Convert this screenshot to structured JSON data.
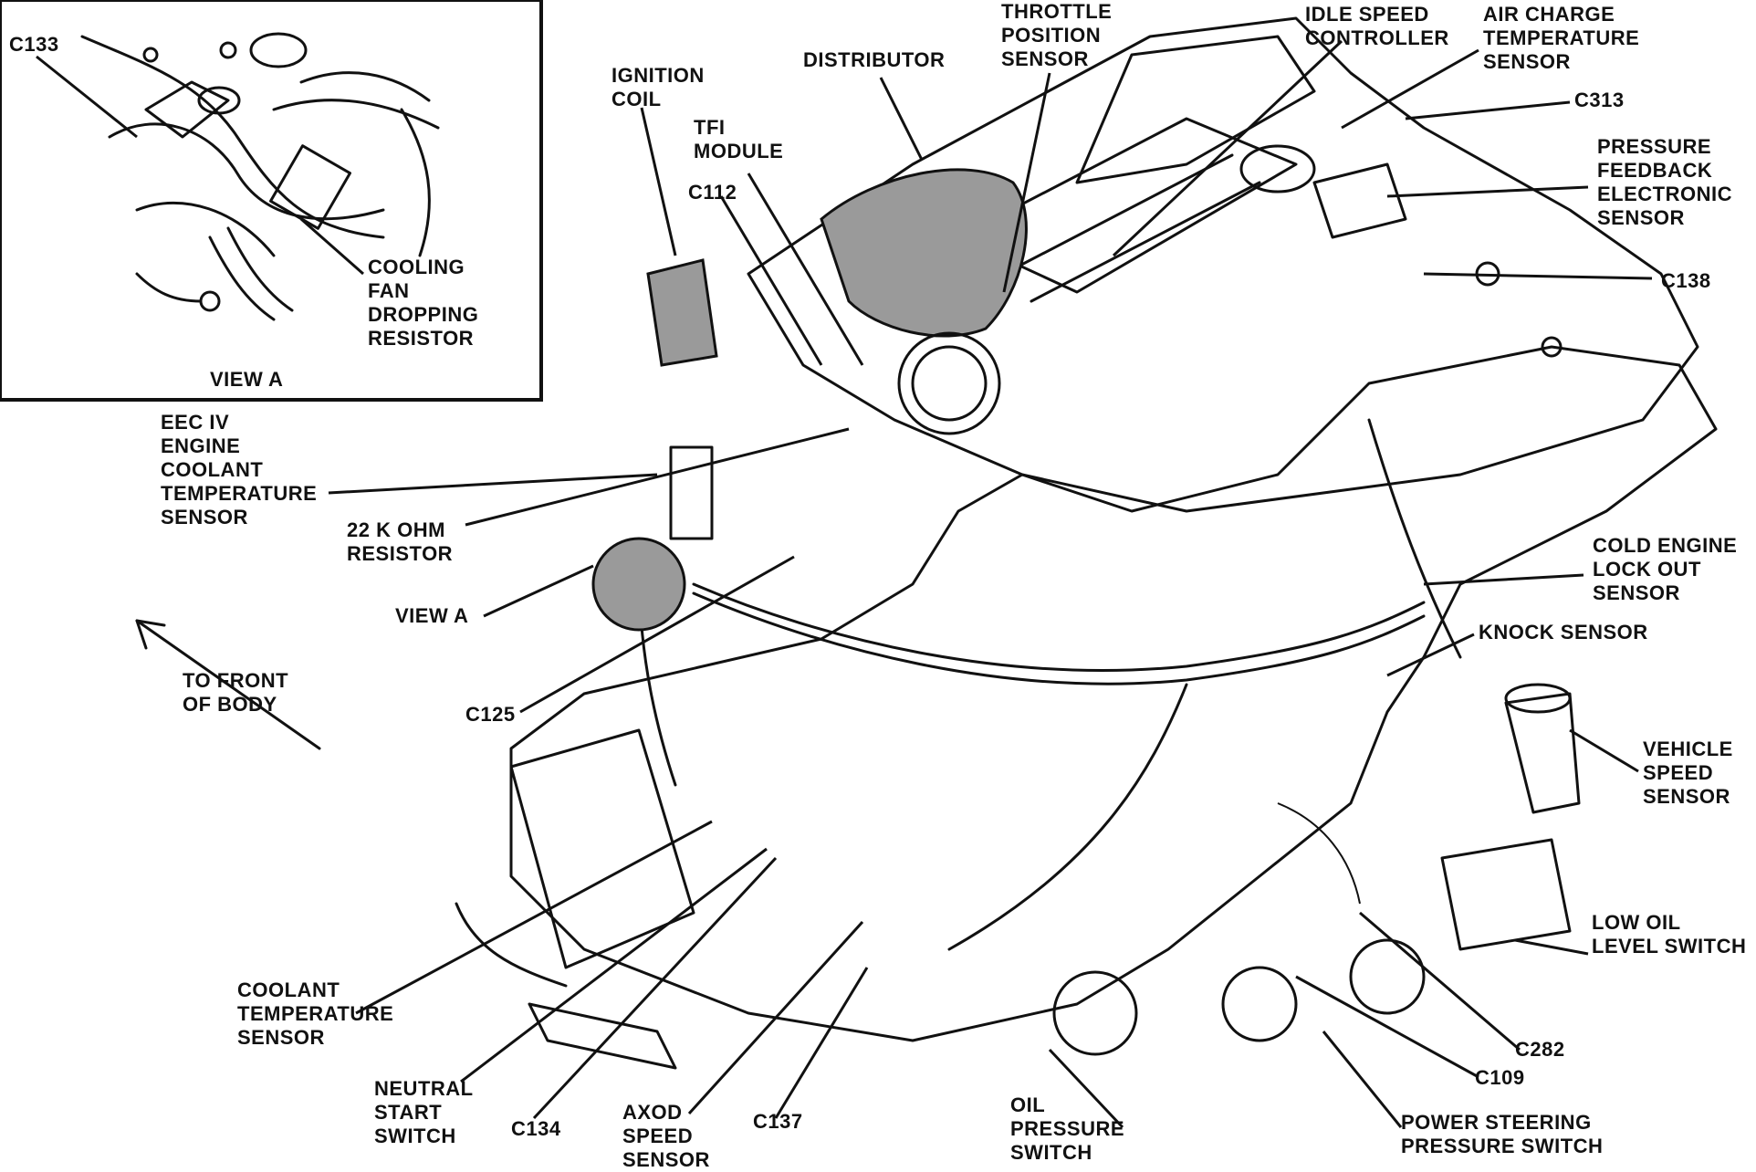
{
  "figure": {
    "inset": {
      "connector": "C133",
      "callout": [
        "COOLING",
        "FAN",
        "DROPPING",
        "RESISTOR"
      ],
      "caption": "VIEW A"
    },
    "labels": {
      "ignition_coil": [
        "IGNITION",
        "COIL"
      ],
      "distributor": [
        "DISTRIBUTOR"
      ],
      "throttle_position_sensor": [
        "THROTTLE",
        "POSITION",
        "SENSOR"
      ],
      "idle_speed_controller": [
        "IDLE SPEED",
        "CONTROLLER"
      ],
      "air_charge_temp_sensor": [
        "AIR CHARGE",
        "TEMPERATURE",
        "SENSOR"
      ],
      "c313": "C313",
      "pressure_feedback_sensor": [
        "PRESSURE",
        "FEEDBACK",
        "ELECTRONIC",
        "SENSOR"
      ],
      "c138": "C138",
      "tfi_module": [
        "TFI",
        "MODULE"
      ],
      "c112": "C112",
      "eec_coolant_sensor": [
        "EEC IV",
        "ENGINE",
        "COOLANT",
        "TEMPERATURE",
        "SENSOR"
      ],
      "resistor_22k": [
        "22 K OHM",
        "RESISTOR"
      ],
      "view_a": "VIEW A",
      "to_front": [
        "TO FRONT",
        "OF BODY"
      ],
      "c125": "C125",
      "cold_engine_lockout": [
        "COLD ENGINE",
        "LOCK OUT",
        "SENSOR"
      ],
      "knock_sensor": [
        "KNOCK SENSOR"
      ],
      "vehicle_speed_sensor": [
        "VEHICLE",
        "SPEED",
        "SENSOR"
      ],
      "low_oil_switch": [
        "LOW OIL",
        "LEVEL SWITCH"
      ],
      "coolant_temp_sensor": [
        "COOLANT",
        "TEMPERATURE",
        "SENSOR"
      ],
      "neutral_start_switch": [
        "NEUTRAL",
        "START",
        "SWITCH"
      ],
      "c134": "C134",
      "axod_speed_sensor": [
        "AXOD",
        "SPEED",
        "SENSOR"
      ],
      "c137": "C137",
      "oil_pressure_switch": [
        "OIL",
        "PRESSURE",
        "SWITCH"
      ],
      "power_steering_switch": [
        "POWER STEERING",
        "PRESSURE SWITCH"
      ],
      "c282": "C282",
      "c109": "C109"
    }
  }
}
